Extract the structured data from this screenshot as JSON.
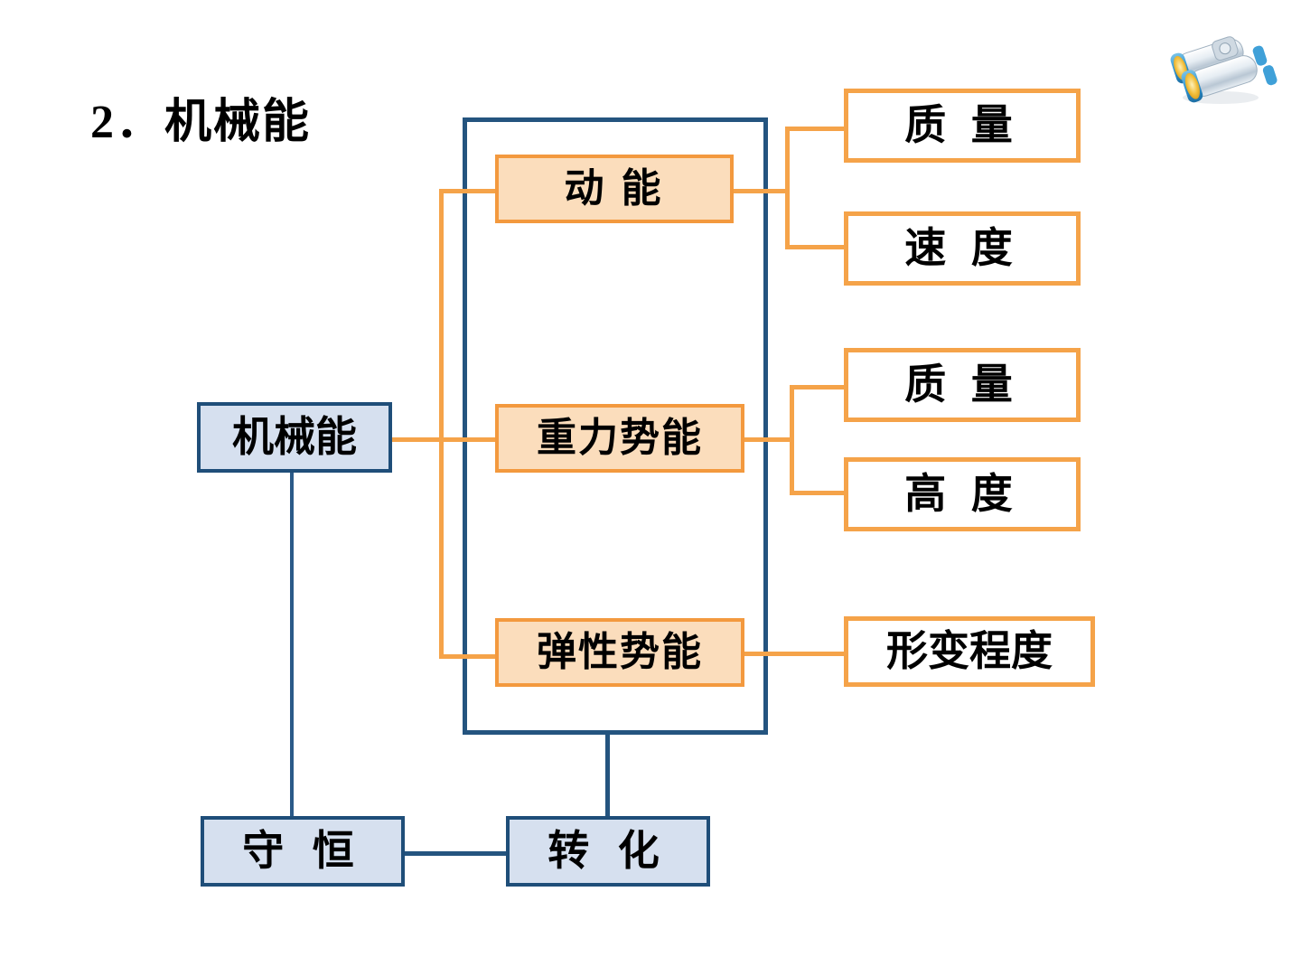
{
  "page": {
    "title": "2．机械能",
    "background_color": "#ffffff"
  },
  "colors": {
    "orange_line": "#f5a349",
    "orange_border": "#f3993e",
    "orange_fill": "#fbddbc",
    "blue_border": "#1f4e79",
    "blue_group_border": "#24547f",
    "blue_fill": "#d6e0ef",
    "text": "#000000"
  },
  "icon": {
    "name": "binoculars-icon",
    "body_color": "#dfe7ee",
    "rim_color": "#3fa0d8",
    "lens_color": "#f3c64a"
  },
  "nodes": {
    "root": {
      "label": "机械能",
      "style": "blue"
    },
    "kinetic": {
      "label": "动  能",
      "style": "orange-fill"
    },
    "gravity_pe": {
      "label": "重力势能",
      "style": "orange-fill"
    },
    "elastic_pe": {
      "label": "弹性势能",
      "style": "orange-fill"
    },
    "kinetic_factor_1": {
      "label": "质  量",
      "style": "orange-outline"
    },
    "kinetic_factor_2": {
      "label": "速  度",
      "style": "orange-outline"
    },
    "gravity_factor_1": {
      "label": "质  量",
      "style": "orange-outline"
    },
    "gravity_factor_2": {
      "label": "高  度",
      "style": "orange-outline"
    },
    "elastic_factor_1": {
      "label": "形变程度",
      "style": "orange-outline"
    },
    "conservation": {
      "label": "守  恒",
      "style": "blue"
    },
    "conversion": {
      "label": "转  化",
      "style": "blue"
    }
  }
}
